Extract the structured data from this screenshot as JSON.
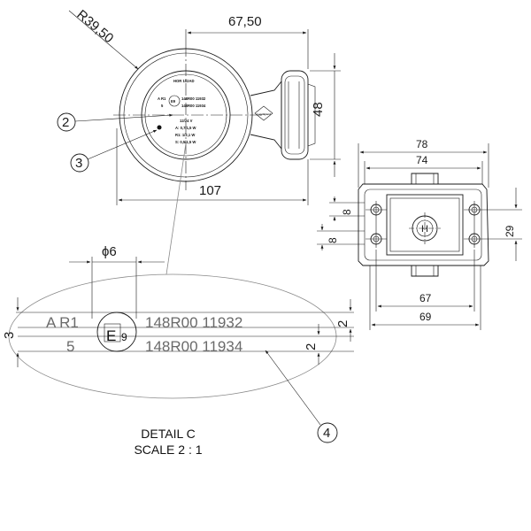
{
  "front_view": {
    "dims": {
      "radius": "R39,50",
      "top_width": "67,50",
      "height": "48",
      "width": "107"
    },
    "balloons": [
      "2",
      "3"
    ],
    "label": {
      "model": "HOR 102AD",
      "left_1": "A R1",
      "left_2": "5",
      "code_1": "148R00 11932",
      "code_2": "148R00 11934",
      "voltage": "12/24 V",
      "line_a": "A: 0,7/1,5 W",
      "line_r": "R1: 1/2,1 W",
      "line_s": "S: 0,5/1,5 W",
      "approval": "E9",
      "brand_mark": "LogoBrand"
    }
  },
  "side_view": {
    "dims": {
      "outer_top": "78",
      "inner_top": "74",
      "left_upper": "8",
      "left_lower": "8",
      "right": "29",
      "bottom_inner": "67",
      "bottom_outer": "69"
    },
    "center_mark": "H"
  },
  "detail": {
    "diameter": "ϕ6",
    "height": "3",
    "row_height_1": "2",
    "row_height_2": "2",
    "row_1_left": "A R1",
    "row_2_left": "5",
    "approval_letter": "E",
    "approval_number": "9",
    "code_1": "148R00 11932",
    "code_2": "148R00 11934",
    "balloon": "4",
    "title": "DETAIL C",
    "scale": "SCALE 2 : 1"
  }
}
